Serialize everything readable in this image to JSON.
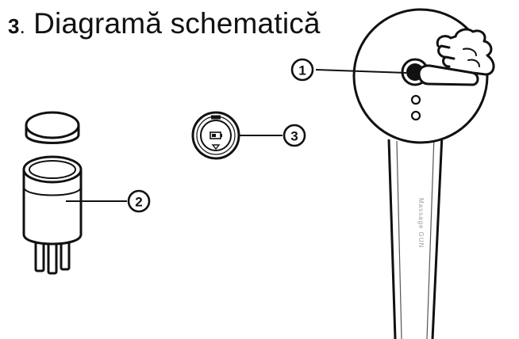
{
  "title": {
    "number": "3",
    "text": "Diagramă schematică"
  },
  "callouts": [
    {
      "id": "1",
      "label": "1"
    },
    {
      "id": "2",
      "label": "2"
    },
    {
      "id": "3",
      "label": "3"
    }
  ],
  "device": {
    "handle_text": "Massage GUN"
  },
  "icons": {
    "power_button": "power-button-icon",
    "battery_indicator": "battery-icon",
    "hand": "pressing-hand-icon"
  }
}
